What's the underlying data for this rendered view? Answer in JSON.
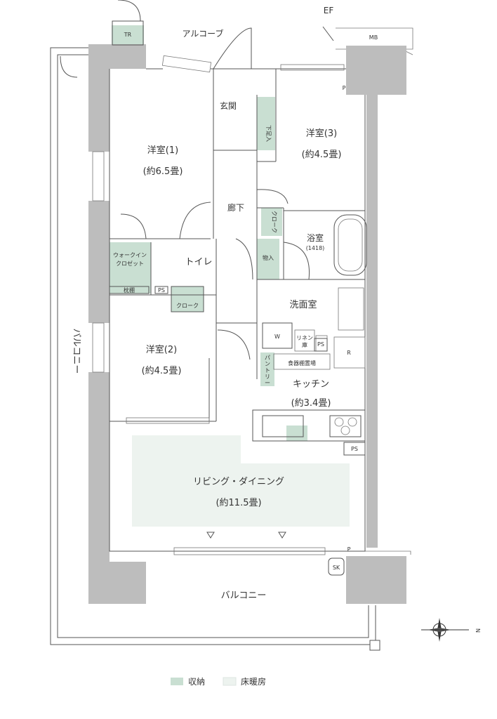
{
  "rooms": {
    "western1_name": "洋室(1)",
    "western1_size": "(約6.5畳)",
    "western2_name": "洋室(2)",
    "western2_size": "(約4.5畳)",
    "western3_name": "洋室(3)",
    "western3_size": "(約4.5畳)",
    "entrance": "玄関",
    "hallway": "廊下",
    "toilet": "トイレ",
    "bath_name": "浴室",
    "bath_size": "(1418)",
    "washroom": "洗面室",
    "kitchen_name": "キッチン",
    "kitchen_size": "(約3.4畳)",
    "living_name": "リビング・ダイニング",
    "living_size": "(約11.5畳)"
  },
  "fixtures": {
    "tr": "TR",
    "alcove": "アルコーブ",
    "ef": "EF",
    "mb": "MB",
    "shoe_storage": "下足入",
    "closet": "クローク",
    "storage": "物入",
    "walkin_line1": "ウォークイン",
    "walkin_line2": "クロゼット",
    "pillow_shelf": "枕棚",
    "ps": "PS",
    "w": "W",
    "linen_line1": "リネン",
    "linen_line2": "庫",
    "r": "R",
    "dish_space": "食器棚置場",
    "pantry_line1": "パ",
    "pantry_line2": "ン",
    "pantry_line3": "ト",
    "pantry_line4": "リ",
    "pantry_line5": "ー",
    "sk": "SK",
    "p": "P"
  },
  "balcony": {
    "side": "バルコニー",
    "bottom": "バルコニー"
  },
  "compass": {
    "north": "N"
  },
  "legend": {
    "storage_label": "収納",
    "floor_heating_label": "床暖房",
    "storage_color": "#c9dfd2",
    "floor_heating_color": "#edf3ef"
  }
}
